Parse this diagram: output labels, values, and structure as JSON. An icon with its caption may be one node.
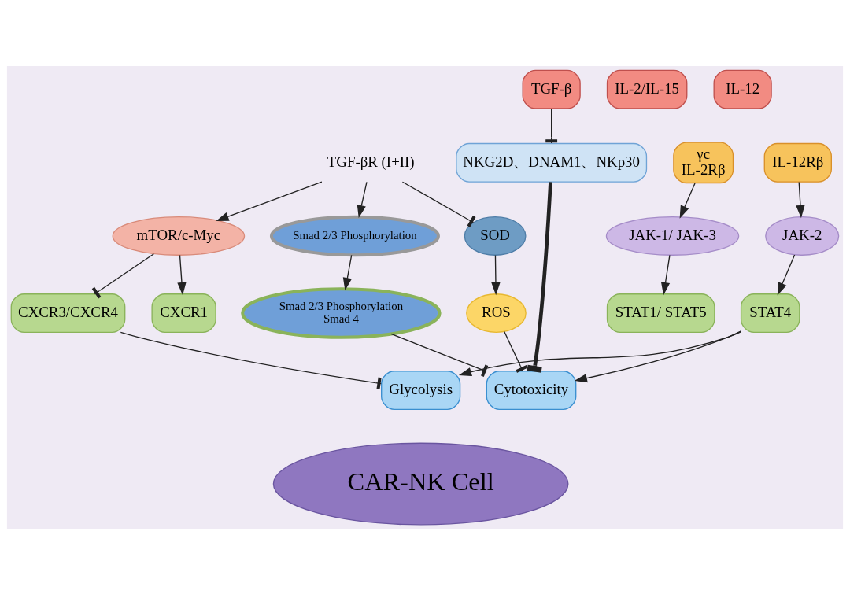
{
  "diagram": {
    "nodes": [
      {
        "text": [
          "TGF-β"
        ]
      },
      {
        "text": [
          "TGF-βR (I+II)"
        ]
      },
      {
        "text": [
          "NKG2D、DNAM1、NKp30"
        ]
      },
      {
        "text": [
          "IL-2/IL-15"
        ]
      },
      {
        "text": [
          "IL-12"
        ]
      },
      {
        "text": [
          "γc",
          "IL-2Rβ"
        ]
      },
      {
        "text": [
          "IL-12Rβ"
        ]
      },
      {
        "text": [
          "mTOR/c-Myc"
        ]
      },
      {
        "text": [
          "Smad 2/3 Phosphorylation"
        ]
      },
      {
        "text": [
          "SOD"
        ]
      },
      {
        "text": [
          "ROS"
        ]
      },
      {
        "text": [
          "Smad 2/3 Phosphorylation",
          "Smad 4"
        ]
      },
      {
        "text": [
          "CXCR1"
        ]
      },
      {
        "text": [
          "CXCR3/CXCR4"
        ]
      },
      {
        "text": [
          "JAK-1/ JAK-3"
        ]
      },
      {
        "text": [
          "JAK-2"
        ]
      },
      {
        "text": [
          "STAT1/ STAT5"
        ]
      },
      {
        "text": [
          "STAT4"
        ]
      },
      {
        "text": [
          "Cytotoxicity"
        ]
      },
      {
        "text": [
          "Glycolysis"
        ]
      },
      {
        "text": [
          "CAR-NK Cell"
        ]
      }
    ],
    "edges": [
      {
        "from": 0,
        "to": 2,
        "arrow": "other"
      },
      {
        "from": 1,
        "to": 7,
        "arrow": "to"
      },
      {
        "from": 1,
        "to": 8,
        "arrow": "to"
      },
      {
        "from": 1,
        "to": 9,
        "arrow": "other"
      },
      {
        "from": 2,
        "to": 18,
        "arrow": "other",
        "style": "thick"
      },
      {
        "from": 7,
        "to": 13,
        "arrow": "other"
      },
      {
        "from": 7,
        "to": 12,
        "arrow": "to"
      },
      {
        "from": 8,
        "to": 11,
        "arrow": "to"
      },
      {
        "from": 9,
        "to": 10,
        "arrow": "to"
      },
      {
        "from": 10,
        "to": 18,
        "arrow": "other"
      },
      {
        "from": 11,
        "to": 18,
        "arrow": "other"
      },
      {
        "from": 13,
        "to": 19,
        "arrow": "other"
      },
      {
        "from": 5,
        "to": 14,
        "arrow": "to"
      },
      {
        "from": 6,
        "to": 15,
        "arrow": "to"
      },
      {
        "from": 14,
        "to": 16,
        "arrow": "to"
      },
      {
        "from": 15,
        "to": 17,
        "arrow": "to"
      },
      {
        "from": 17,
        "to": 18,
        "arrow": "to"
      },
      {
        "from": 17,
        "to": 19,
        "arrow": "to"
      }
    ]
  }
}
